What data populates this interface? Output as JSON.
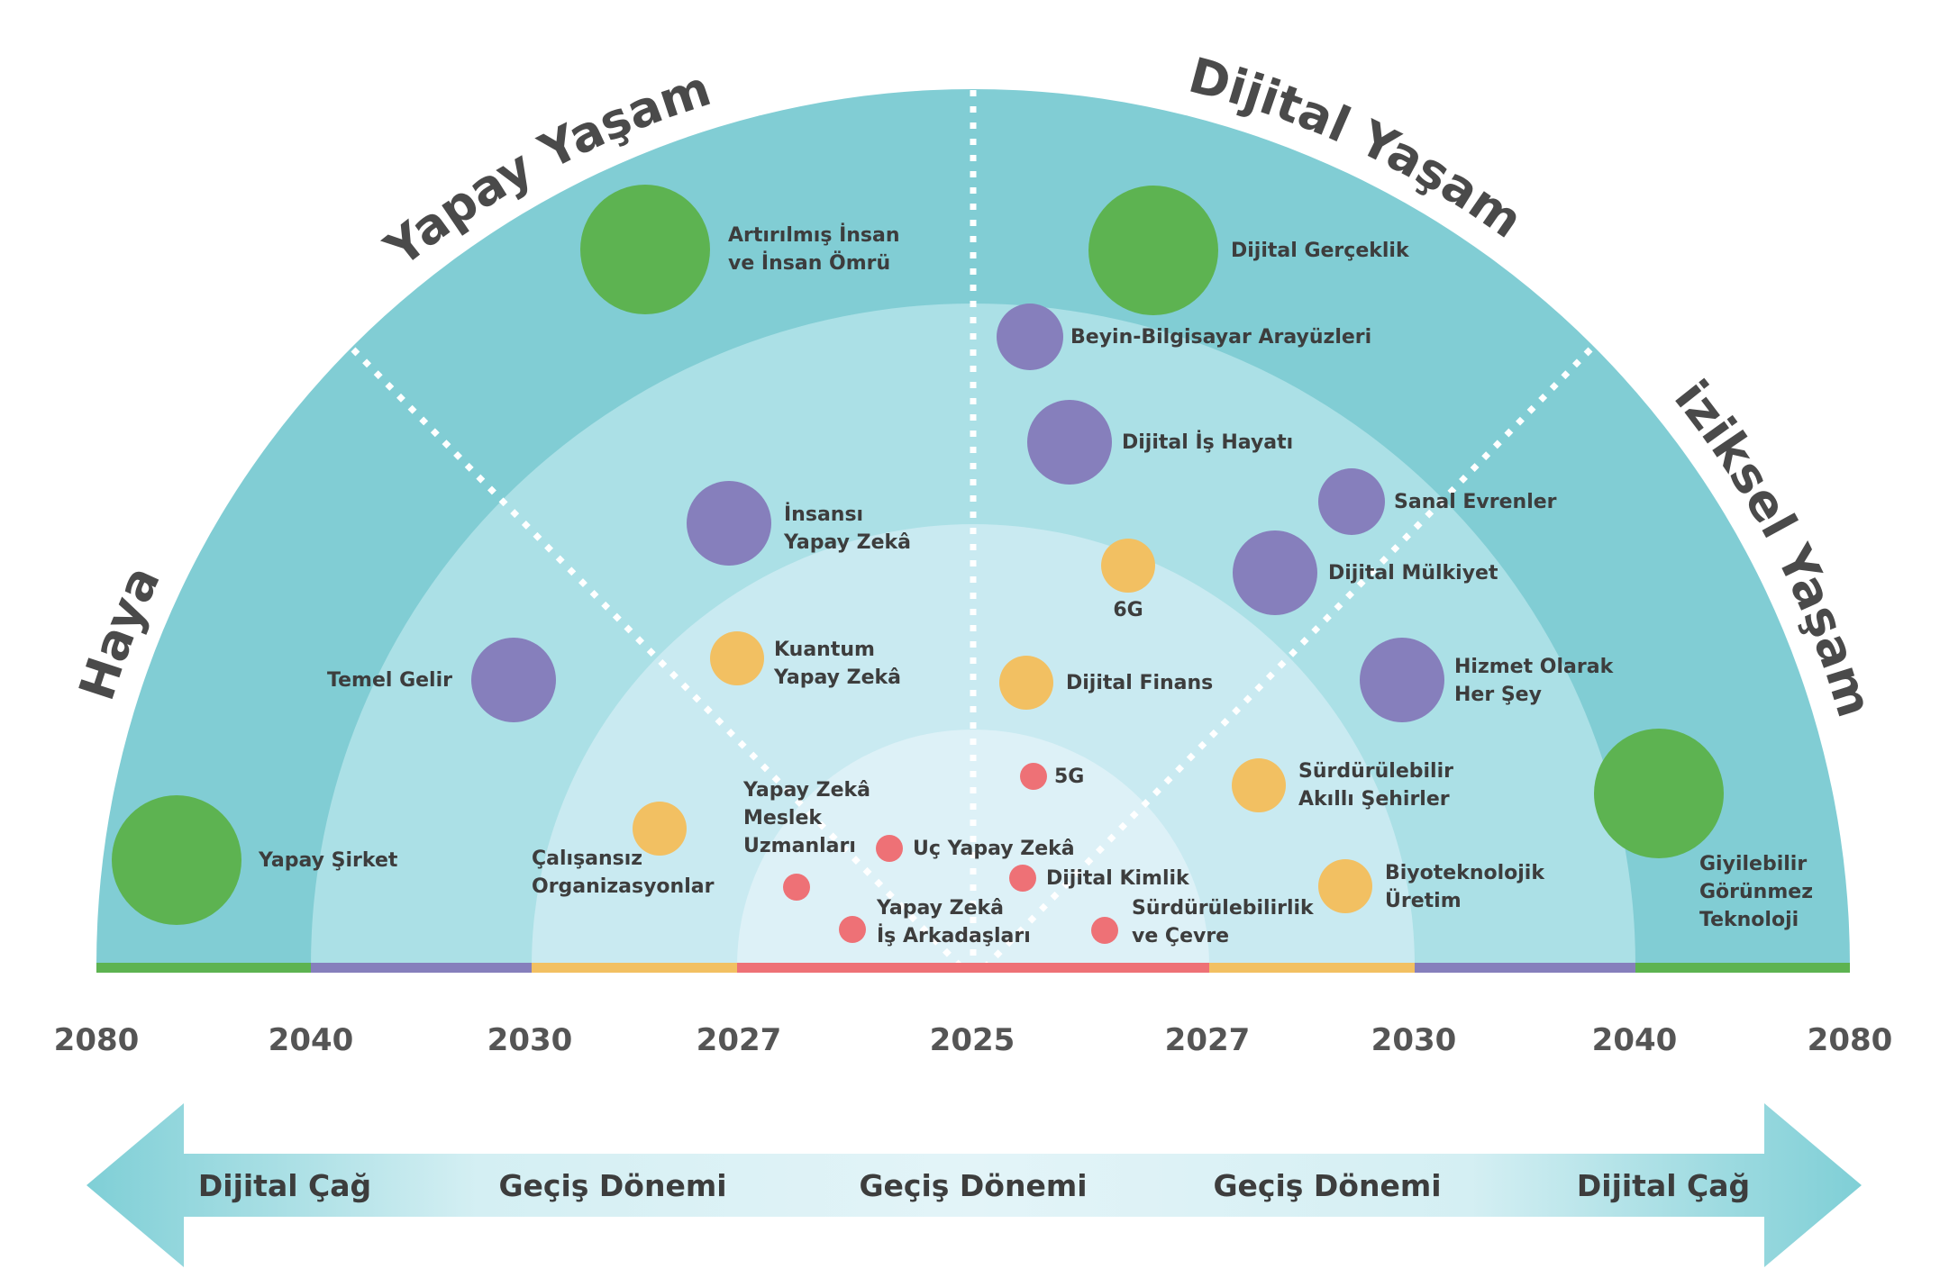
{
  "quadrants": [
    {
      "name": "Yapay Yaşam"
    },
    {
      "name": "Dijital Yaşam"
    },
    {
      "name": "İş Hayatı"
    },
    {
      "name": "Fiziksel Yaşam"
    }
  ],
  "years": [
    "2080",
    "2040",
    "2030",
    "2027",
    "2025",
    "2027",
    "2030",
    "2040",
    "2080"
  ],
  "eras": [
    "Dijital Çağ",
    "Geçiş Dönemi",
    "Geçiş Dönemi",
    "Geçiş Dönemi",
    "Dijital Çağ"
  ],
  "colors": {
    "ring_outer": "#81cdd4",
    "ring_2": "#abe0e6",
    "ring_3": "#c9eaf1",
    "ring_inner": "#ddf1f7",
    "green": "#5db351",
    "purple": "#867fbc",
    "orange": "#f2c062",
    "red": "#ee7176"
  },
  "items": [
    {
      "label": [
        "Artırılmış İnsan",
        "ve İnsan Ömrü"
      ],
      "color": "green"
    },
    {
      "label": [
        "Dijital Gerçeklik"
      ],
      "color": "green"
    },
    {
      "label": [
        "Beyin-Bilgisayar Arayüzleri"
      ],
      "color": "purple"
    },
    {
      "label": [
        "Dijital İş Hayatı"
      ],
      "color": "purple"
    },
    {
      "label": [
        "Sanal Evrenler"
      ],
      "color": "purple"
    },
    {
      "label": [
        "İnsansı",
        "Yapay Zekâ"
      ],
      "color": "purple"
    },
    {
      "label": [
        "6G"
      ],
      "color": "orange"
    },
    {
      "label": [
        "Dijital Mülkiyet"
      ],
      "color": "purple"
    },
    {
      "label": [
        "Temel Gelir"
      ],
      "color": "purple"
    },
    {
      "label": [
        "Kuantum",
        "Yapay Zekâ"
      ],
      "color": "orange"
    },
    {
      "label": [
        "Dijital Finans"
      ],
      "color": "orange"
    },
    {
      "label": [
        "Hizmet Olarak",
        "Her Şey"
      ],
      "color": "purple"
    },
    {
      "label": [
        "5G"
      ],
      "color": "red"
    },
    {
      "label": [
        "Sürdürülebilir",
        "Akıllı Şehirler"
      ],
      "color": "orange"
    },
    {
      "label": [
        "Yapay Zekâ",
        "Meslek",
        "Uzmanları"
      ],
      "color": "red"
    },
    {
      "label": [
        "Çalışansız",
        "Organizasyonlar"
      ],
      "color": "orange"
    },
    {
      "label": [
        "Uç Yapay Zekâ"
      ],
      "color": "red"
    },
    {
      "label": [
        "Yapay Şirket"
      ],
      "color": "green"
    },
    {
      "label": [
        "Dijital Kimlik"
      ],
      "color": "red"
    },
    {
      "label": [
        "Biyoteknolojik",
        "Üretim"
      ],
      "color": "orange"
    },
    {
      "label": [
        "Yapay Zekâ",
        "İş Arkadaşları"
      ],
      "color": "red"
    },
    {
      "label": [
        "Sürdürülebilirlik",
        "ve Çevre"
      ],
      "color": "red"
    },
    {
      "label": [
        "Giyilebilir",
        "Görünmez",
        "Teknoloji"
      ],
      "color": "green"
    }
  ]
}
